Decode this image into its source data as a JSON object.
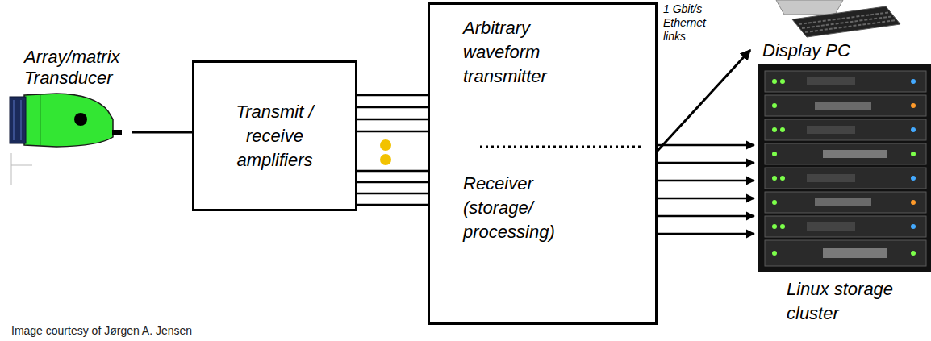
{
  "diagram": {
    "nodes": [
      {
        "text": [
          "Array/matrix Transducer"
        ]
      },
      {
        "text": [
          "Transmit / receive amplifiers"
        ]
      },
      {
        "text": [
          "Arbitrary waveform transmitter",
          "Receiver (storage/ processing)"
        ]
      },
      {
        "text": [
          "Display PC"
        ]
      },
      {
        "text": [
          "Linux storage cluster"
        ]
      }
    ],
    "edges": [
      {
        "from": 0,
        "to": 1,
        "arrow": "none"
      },
      {
        "from": 1,
        "to": 2,
        "arrow": "none"
      },
      {
        "from": 1,
        "to": 2,
        "arrow": "none"
      },
      {
        "from": 1,
        "to": 2,
        "arrow": "none"
      },
      {
        "from": 1,
        "to": 2,
        "arrow": "none"
      },
      {
        "from": 1,
        "to": 2,
        "arrow": "none"
      },
      {
        "from": 1,
        "to": 2,
        "arrow": "none"
      },
      {
        "from": 1,
        "to": 2,
        "arrow": "none"
      },
      {
        "from": 1,
        "to": 2,
        "arrow": "none"
      },
      {
        "from": 2,
        "to": 3,
        "label": "1 Gbit/s Ethernet links",
        "arrow": "to"
      },
      {
        "from": 2,
        "to": 4,
        "arrow": "to"
      },
      {
        "from": 2,
        "to": 4,
        "arrow": "to"
      },
      {
        "from": 2,
        "to": 4,
        "arrow": "to"
      },
      {
        "from": 2,
        "to": 4,
        "arrow": "to"
      },
      {
        "from": 2,
        "to": 4,
        "arrow": "to"
      },
      {
        "from": 2,
        "to": 4,
        "arrow": "to"
      }
    ],
    "labels": [
      "Image courtesy of Jørgen A. Jensen"
    ]
  }
}
